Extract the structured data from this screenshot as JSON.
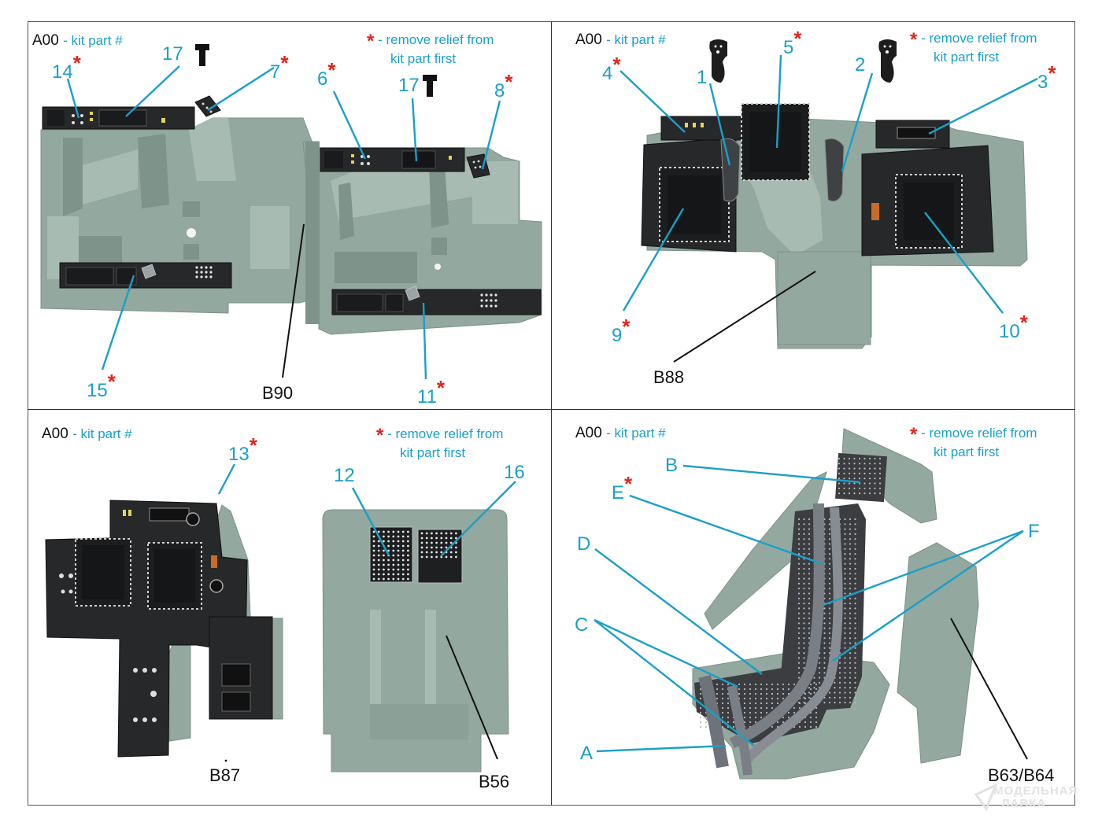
{
  "legend": {
    "kit_prefix": "A00",
    "kit_text": "- kit part #",
    "star": "*",
    "relief_line1": "- remove relief from",
    "relief_line2": "kit part first"
  },
  "colors": {
    "callout_blue": "#1a9fc9",
    "star_red": "#e2231a",
    "resin_grey_green": "#93a89f",
    "decal_black": "#26282a"
  },
  "panels": [
    {
      "id": "top-left",
      "part": "B90",
      "callouts": [
        {
          "num": "14",
          "star": true
        },
        {
          "num": "17",
          "star": false,
          "icon": "lever-silhouette"
        },
        {
          "num": "7",
          "star": true
        },
        {
          "num": "6",
          "star": true
        },
        {
          "num": "17",
          "star": false,
          "icon": "lever-silhouette"
        },
        {
          "num": "8",
          "star": true
        },
        {
          "num": "15",
          "star": true
        },
        {
          "num": "11",
          "star": true
        }
      ]
    },
    {
      "id": "top-right",
      "part": "B88",
      "callouts": [
        {
          "num": "4",
          "star": true
        },
        {
          "num": "1",
          "star": false,
          "icon": "control-stick-grip"
        },
        {
          "num": "5",
          "star": true
        },
        {
          "num": "2",
          "star": false,
          "icon": "control-stick-grip"
        },
        {
          "num": "3",
          "star": true
        },
        {
          "num": "9",
          "star": true
        },
        {
          "num": "10",
          "star": true
        }
      ]
    },
    {
      "id": "bottom-left",
      "parts": [
        "B87",
        "B56"
      ],
      "callouts": [
        {
          "num": "13",
          "star": true
        },
        {
          "num": "12",
          "star": false
        },
        {
          "num": "16",
          "star": false
        }
      ]
    },
    {
      "id": "bottom-right",
      "part": "B63/B64",
      "callouts": [
        {
          "num": "B",
          "star": false
        },
        {
          "num": "E",
          "star": true
        },
        {
          "num": "D",
          "star": false
        },
        {
          "num": "F",
          "star": false
        },
        {
          "num": "C",
          "star": false
        },
        {
          "num": "A",
          "star": false
        }
      ]
    }
  ],
  "watermark": {
    "line1": "МОДЕЛЬНАЯ",
    "line2": "ЛАВКА"
  }
}
